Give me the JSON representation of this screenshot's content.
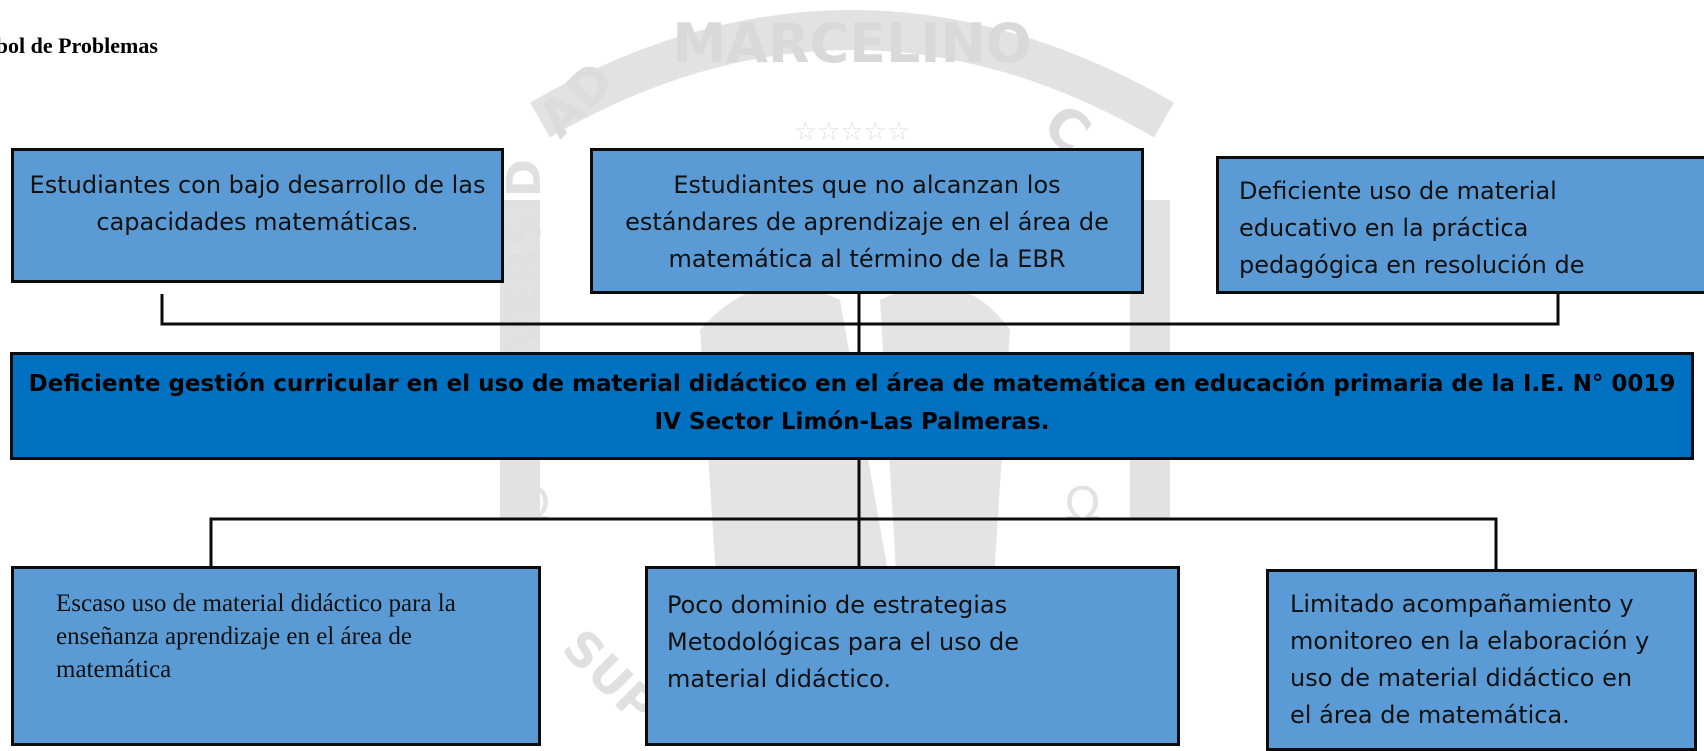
{
  "watermark": {
    "top_text": "MARCELINO",
    "left_text": "AD",
    "left_vertical": "VERSID",
    "right_letter": "C",
    "bottom_text": "SUP",
    "color": "#dcdcdc"
  },
  "page_title": "rbol de Problemas",
  "effects": [
    {
      "text": "Estudiantes con bajo desarrollo de las capacidades matemáticas."
    },
    {
      "text": "Estudiantes que no alcanzan los estándares de aprendizaje en el área de matemática al término de la EBR"
    },
    {
      "text": "Deficiente uso de material educativo en la práctica pedagógica en resolución de"
    }
  ],
  "central_problem": "Deficiente gestión curricular en el uso de material didáctico en el área de matemática en educación primaria de la I.E. N° 0019 IV Sector Limón-Las Palmeras.",
  "causes": [
    {
      "text": "Escaso uso de material didáctico para la enseñanza aprendizaje en el área de matemática"
    },
    {
      "text": "Poco dominio de estrategias Metodológicas para el uso de material didáctico."
    },
    {
      "text": "Limitado acompañamiento y monitoreo en la elaboración y uso de material didáctico en el área de matemática."
    }
  ],
  "colors": {
    "box_fill": "#5b9bd5",
    "core_fill": "#0070c0",
    "border": "#0b0b0b"
  }
}
